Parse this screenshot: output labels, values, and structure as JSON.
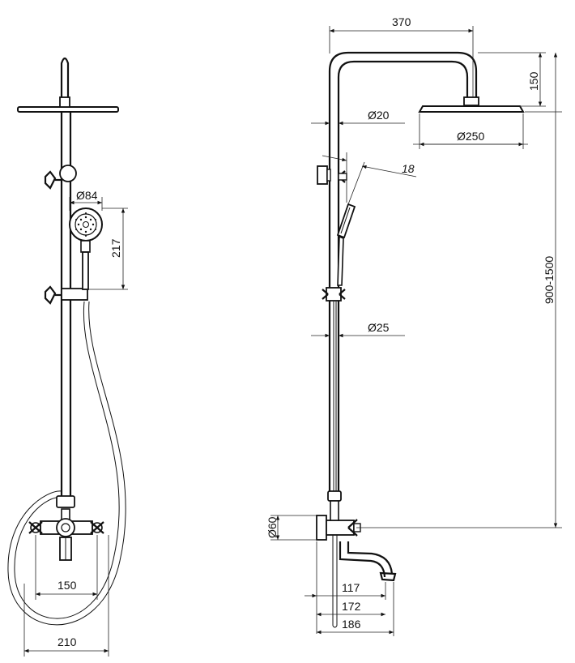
{
  "front_view": {
    "dimensions": {
      "handshower_diameter": "Ø84",
      "handshower_height": "217",
      "mixer_spacing": "150",
      "overall_width": "210"
    }
  },
  "side_view": {
    "dimensions": {
      "arm_reach": "370",
      "arm_height": "150",
      "pipe_upper_diameter": "Ø20",
      "head_diameter": "Ø250",
      "hand_angle": "18",
      "pipe_lower_diameter": "Ø25",
      "height_range": "900-1500",
      "mixer_body_diameter": "Ø60",
      "spout_117": "117",
      "spout_172": "172",
      "spout_186": "186"
    }
  }
}
